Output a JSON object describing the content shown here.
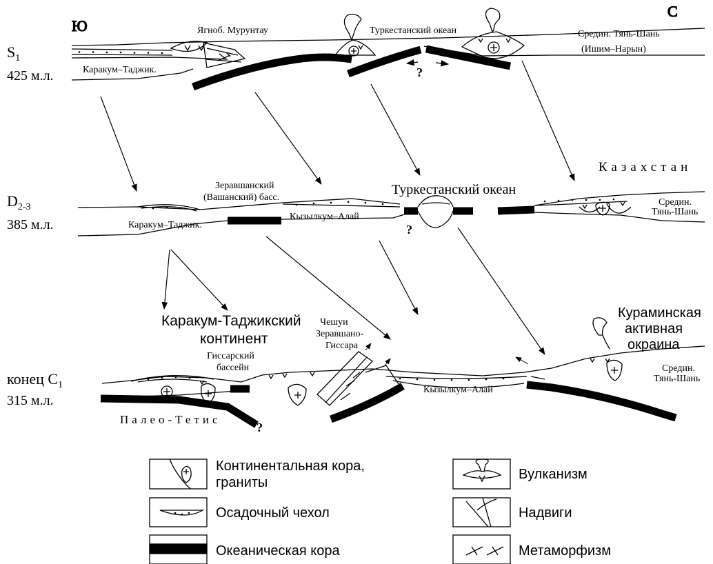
{
  "directions": {
    "south": "Ю",
    "north": "С"
  },
  "stages": [
    {
      "period_base": "S",
      "period_sub": "1",
      "age": "425 м.л."
    },
    {
      "period_base": "D",
      "period_sub": "2-3",
      "age": "385 м.л."
    },
    {
      "period_base": "конец C",
      "period_sub": "1",
      "age": "315 м.л."
    }
  ],
  "labels": {
    "s1": {
      "karakum": "Каракум–Таджик.",
      "yagnob": "Ягноб. Мурунтау",
      "ocean": "Туркестанский океан",
      "midtien_1": "Средин. Тянь-Шань",
      "midtien_2": "(Ишим–Нарын)",
      "question": "?"
    },
    "d23": {
      "zeravshan_1": "Зеравшанский",
      "zeravshan_2": "(Вашанский) басс.",
      "ocean": "Туркестанский океан",
      "kazakhstan": "Казахстан",
      "karakum": "Каракум–Таджик.",
      "kyzylkum": "Кызылкум–Алай",
      "midtien_1": "Средин.",
      "midtien_2": "Тянь-Шань",
      "question": "?"
    },
    "c1": {
      "continent_1": "Каракум-Таджикский",
      "continent_2": "континент",
      "gissar_1": "Гиссарский",
      "gissar_2": "бассейн",
      "scales_1": "Чешуи",
      "scales_2": "Зеравшано-",
      "scales_3": "Гиссара",
      "kuramin_1": "Кураминская",
      "kuramin_2": "активная",
      "kuramin_3": "окраина",
      "kyzylkum": "Кызылкум–Алай",
      "midtien_1": "Средин.",
      "midtien_2": "Тянь-Шань",
      "paleotethys": "Палео-Тетис",
      "question": "?"
    }
  },
  "legend": [
    {
      "icon": "continental-crust-icon",
      "line1": "Континентальная кора,",
      "line2": "граниты"
    },
    {
      "icon": "sedimentary-cover-icon",
      "line1": "Осадочный чехол"
    },
    {
      "icon": "oceanic-crust-icon",
      "line1": "Океаническая кора"
    },
    {
      "icon": "volcanism-icon",
      "line1": "Вулканизм"
    },
    {
      "icon": "thrusts-icon",
      "line1": "Надвиги"
    },
    {
      "icon": "metamorphism-icon",
      "line1": "Метаморфизм"
    }
  ]
}
